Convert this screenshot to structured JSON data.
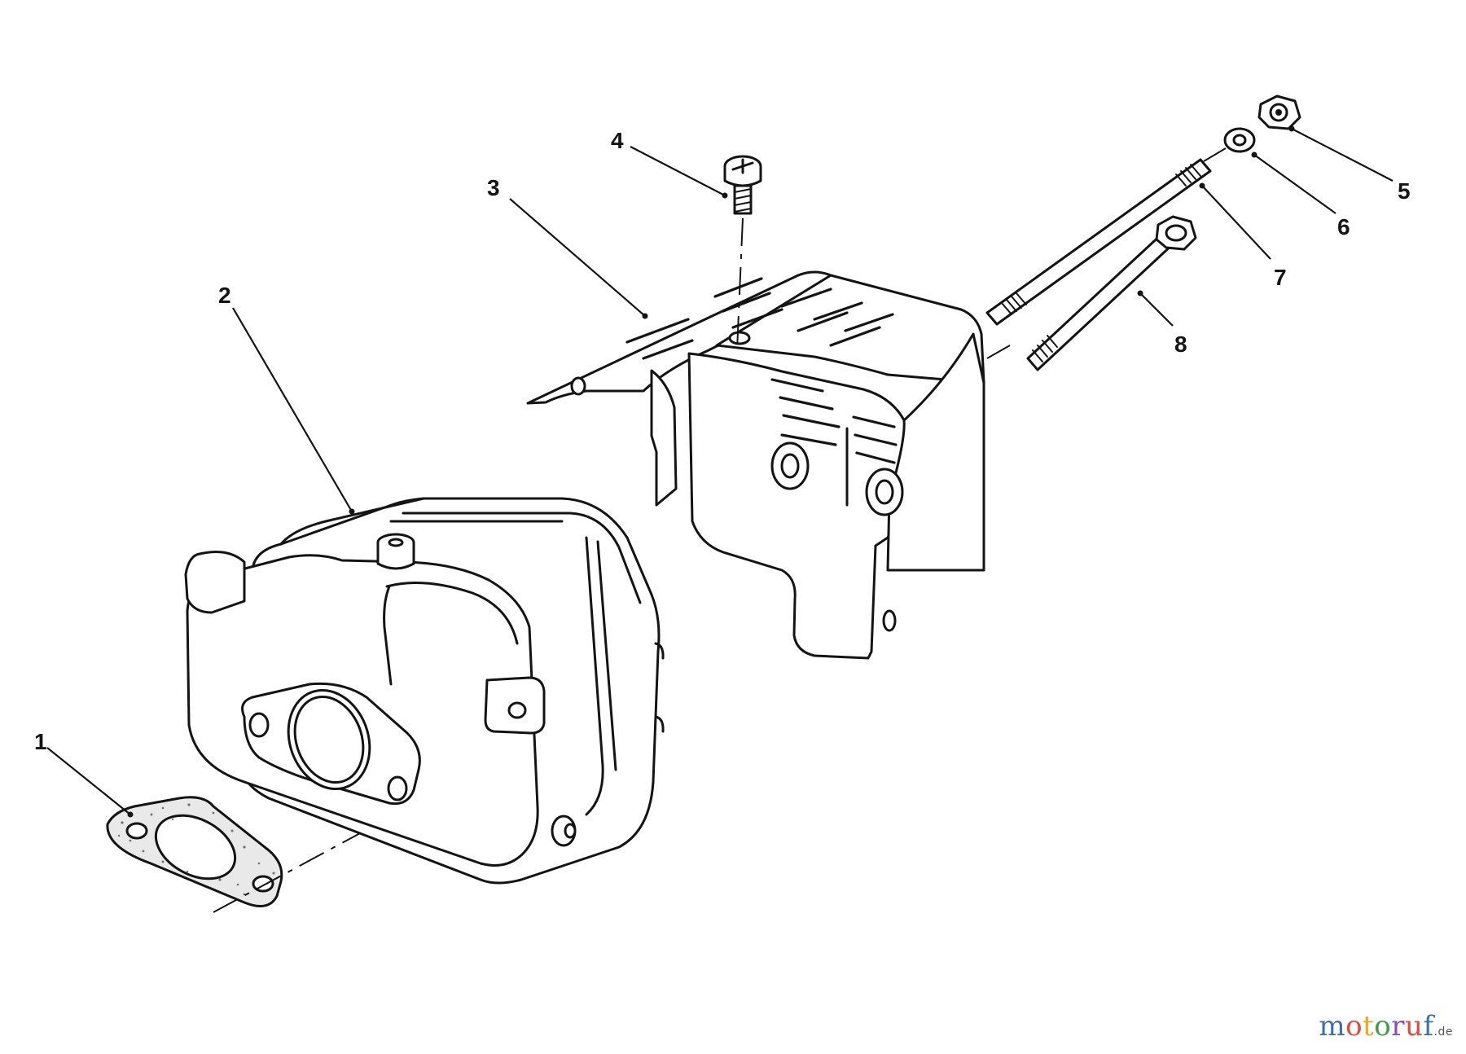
{
  "callouts": [
    {
      "id": "1",
      "label": "1"
    },
    {
      "id": "2",
      "label": "2"
    },
    {
      "id": "3",
      "label": "3"
    },
    {
      "id": "4",
      "label": "4"
    },
    {
      "id": "5",
      "label": "5"
    },
    {
      "id": "6",
      "label": "6"
    },
    {
      "id": "7",
      "label": "7"
    },
    {
      "id": "8",
      "label": "8"
    }
  ],
  "watermark": {
    "text": "motoruf",
    "domain": ".de",
    "colors": [
      "#3a6fb5",
      "#e04a3a",
      "#f2a81c",
      "#3aa043",
      "#8a4fb5",
      "#e04a3a",
      "#3a6fb5"
    ]
  }
}
